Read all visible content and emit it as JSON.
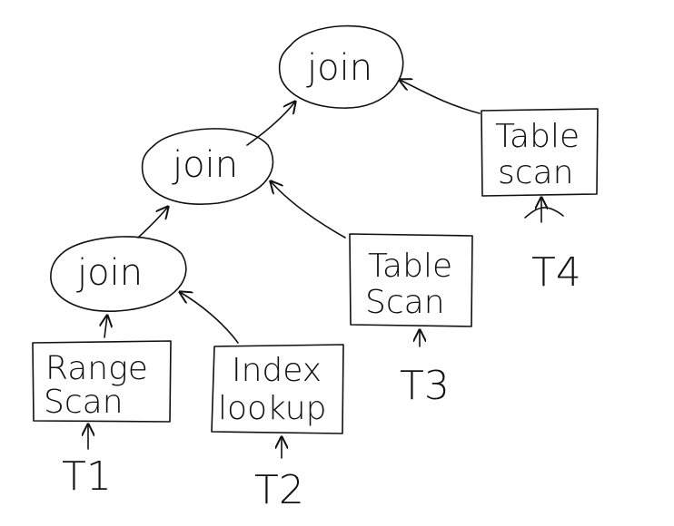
{
  "nodes": {
    "join_top": "join",
    "join_mid": "join",
    "join_bottom": "join",
    "table_scan_t4": [
      "Table",
      "scan"
    ],
    "table_scan_t3": [
      "Table",
      "Scan"
    ],
    "range_scan": [
      "Range",
      "Scan"
    ],
    "index_lookup": [
      "Index",
      "lookup"
    ]
  },
  "tables": {
    "t1": "T1",
    "t2": "T2",
    "t3": "T3",
    "t4": "T4"
  },
  "colors": {
    "ink": "#111111",
    "background": "#ffffff"
  }
}
